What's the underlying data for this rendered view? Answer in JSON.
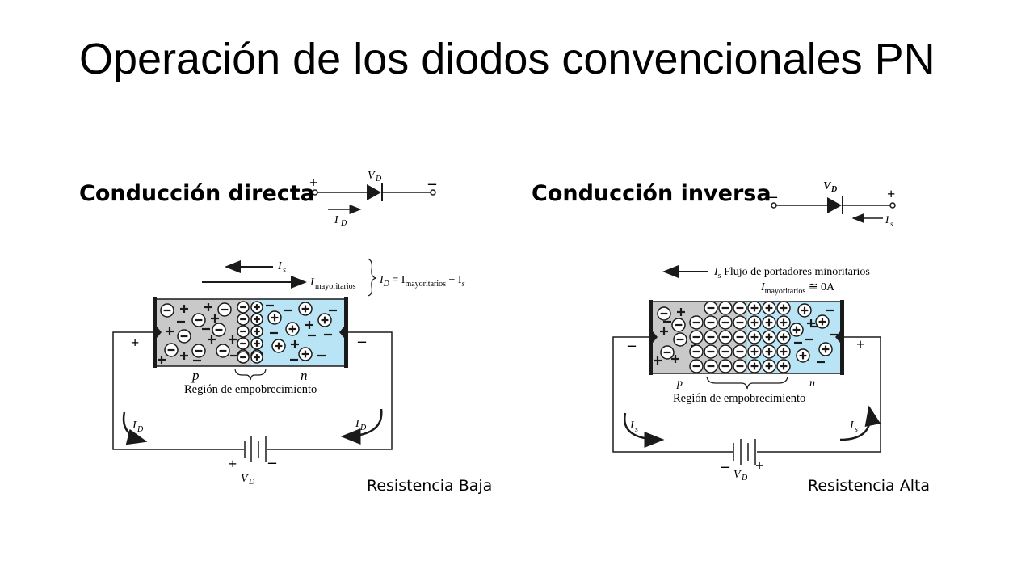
{
  "slide": {
    "title": "Operación de los diodos convencionales PN",
    "forward_heading": "Conducción directa",
    "reverse_heading": "Conducción inversa",
    "forward_caption": "Resistencia Baja",
    "reverse_caption": "Resistencia Alta"
  },
  "forward": {
    "symbol_vd": "V",
    "symbol_vd_sub": "D",
    "symbol_id": "I",
    "symbol_id_sub": "D",
    "plus": "+",
    "minus": "–",
    "is_label": "I",
    "is_sub": "s",
    "imay_label": "I",
    "imay_sub": "mayoritarios",
    "equation_lhs": "I",
    "equation_lhs_sub": "D",
    "equation_eq": " = I",
    "equation_mid_sub": "mayoritarios",
    "equation_rest": " − I",
    "equation_end_sub": "s",
    "p_label": "p",
    "n_label": "n",
    "region_label": "Región de empobrecimiento",
    "battery_plus": "+",
    "battery_minus": "–",
    "battery_label": "V",
    "battery_sub": "D",
    "left_plus": "+",
    "right_minus": "–",
    "current_left": "I",
    "current_left_sub": "D",
    "current_right": "I",
    "current_right_sub": "D"
  },
  "reverse": {
    "symbol_vd": "V",
    "symbol_vd_sub": "D",
    "symbol_is": "I",
    "symbol_is_sub": "s",
    "plus": "+",
    "minus": "–",
    "is_label": "I",
    "is_sub": "s",
    "flow_label": " Flujo de portadores minoritarios",
    "imay_label": "I",
    "imay_sub": "mayoritarios",
    "imay_value": " ≅ 0A",
    "p_label": "p",
    "n_label": "n",
    "region_label": "Región de empobrecimiento",
    "battery_plus": "+",
    "battery_minus": "–",
    "battery_label": "V",
    "battery_sub": "D",
    "left_minus": "–",
    "right_plus": "+",
    "current_left": "I",
    "current_left_sub": "s",
    "current_right": "I",
    "current_right_sub": "s"
  },
  "colors": {
    "p_region": "#c9c9c9",
    "n_region": "#b9e4f5",
    "ink": "#1a1a1a"
  }
}
